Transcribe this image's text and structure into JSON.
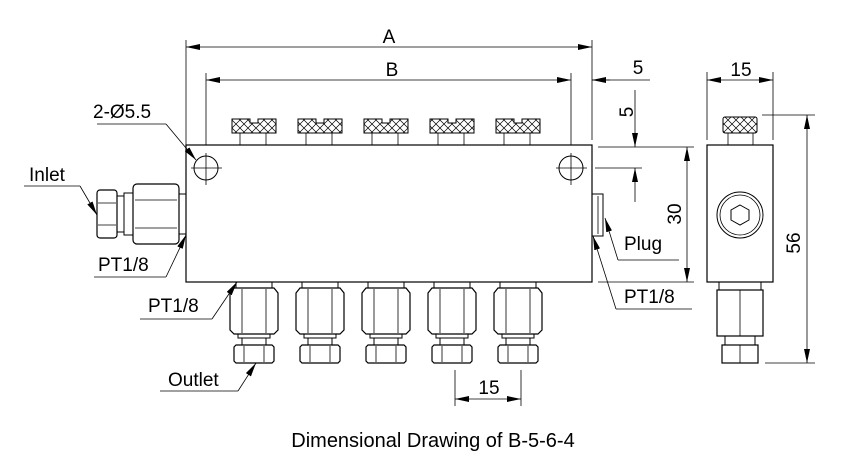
{
  "caption": "Dimensional Drawing of B-5-6-4",
  "dimensions": {
    "A": "A",
    "B": "B",
    "offset_right": "5",
    "offset_top": "5",
    "height": "30",
    "outlet_pitch": "15",
    "side_width": "15",
    "total_height": "56"
  },
  "labels": {
    "holes": "2-Ø5.5",
    "inlet": "Inlet",
    "inlet_thread": "PT1/8",
    "outlet_thread": "PT1/8",
    "outlet": "Outlet",
    "plug": "Plug",
    "plug_thread": "PT1/8"
  },
  "outlet_count": 5
}
